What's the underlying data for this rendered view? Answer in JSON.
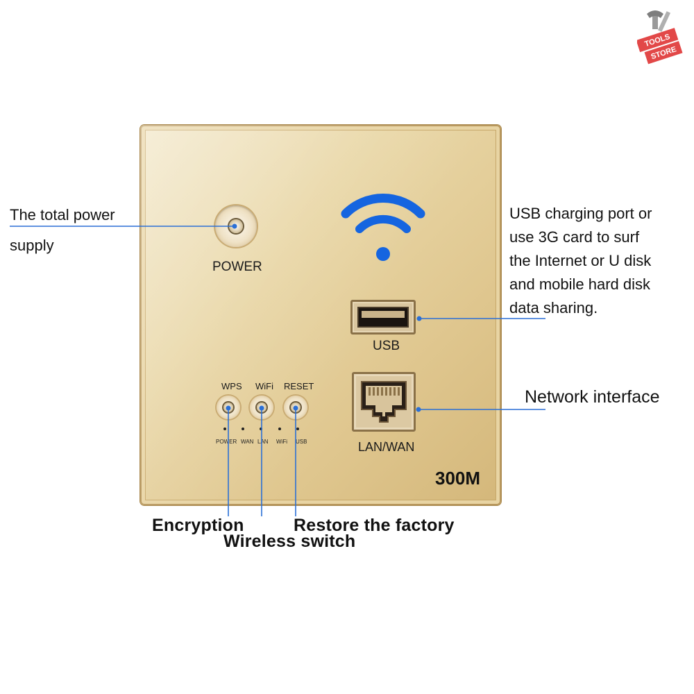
{
  "panel": {
    "power_label": "POWER",
    "usb_label": "USB",
    "lan_label": "LAN/WAN",
    "model_label": "300M",
    "buttons": [
      {
        "label": "WPS"
      },
      {
        "label": "WiFi"
      },
      {
        "label": "RESET"
      }
    ],
    "indicators": [
      "POWER",
      "WAN",
      "LAN",
      "WiFi",
      "USB"
    ]
  },
  "callouts": {
    "power": [
      "The total power",
      "supply"
    ],
    "usb": [
      "USB charging port or",
      "use 3G card to surf",
      "the Internet or U disk",
      "and mobile hard disk",
      "data sharing."
    ],
    "network": "Network interface",
    "encryption": "Encryption",
    "wireless": "Wireless switch",
    "restore": "Restore the factory"
  },
  "logo": {
    "line1": "TOOLS",
    "line2": "STORE"
  },
  "colors": {
    "wifi_blue": "#1565e0",
    "leader_line": "#2a6fd6",
    "panel_gold": "#e4cf9b"
  },
  "icons": {
    "wifi": "wifi-icon",
    "logo": "tools-store-logo"
  }
}
